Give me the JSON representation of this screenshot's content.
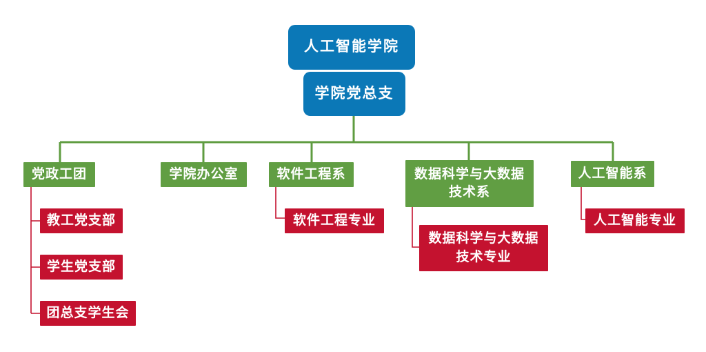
{
  "colors": {
    "college_blue": "#0b78b7",
    "department_green": "#619e43",
    "connector_green": "#5f9c40",
    "program_red": "#c4122f",
    "text_white": "#ffffff",
    "background": "#ffffff"
  },
  "org": {
    "type": "org_chart",
    "root": {
      "label": "人工智能学院"
    },
    "branch": {
      "label": "学院党总支"
    },
    "departments": [
      {
        "label": "党政工团",
        "children": [
          {
            "label": "教工党支部"
          },
          {
            "label": "学生党支部"
          },
          {
            "label": "团总支学生会"
          }
        ]
      },
      {
        "label": "学院办公室",
        "children": []
      },
      {
        "label": "软件工程系",
        "children": [
          {
            "label": "软件工程专业"
          }
        ]
      },
      {
        "label": "数据科学与大数据\n技术系",
        "children": [
          {
            "label": "数据科学与大数据\n技术专业"
          }
        ]
      },
      {
        "label": "人工智能系",
        "children": [
          {
            "label": "人工智能专业"
          }
        ]
      }
    ]
  }
}
